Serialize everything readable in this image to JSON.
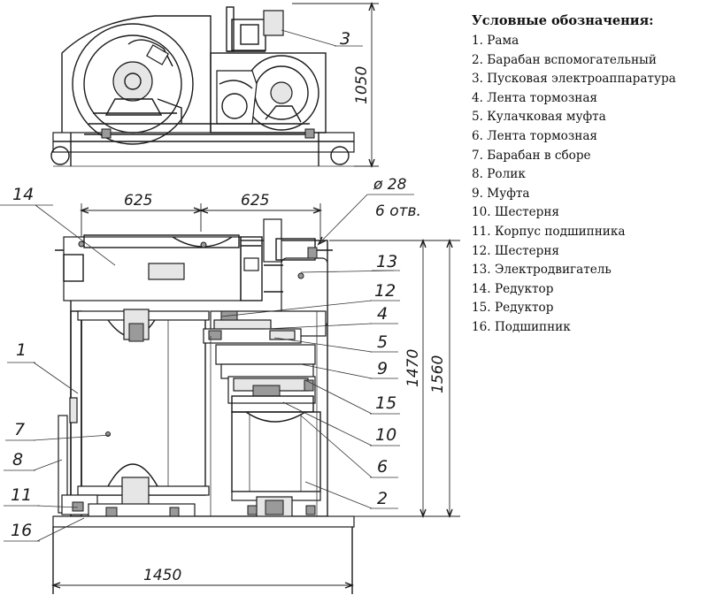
{
  "legend": {
    "title": "Условные обозначения:",
    "items": [
      "1. Рама",
      "2. Барабан вспомогательный",
      "3. Пусковая электроаппаратура",
      "4. Лента тормозная",
      "5. Кулачковая муфта",
      "6. Лента тормозная",
      "7. Барабан в сборе",
      "8. Ролик",
      "9. Муфта",
      "10. Шестерня",
      "11. Корпус подшипника",
      "12. Шестерня",
      "13. Электродвигатель",
      "14. Редуктор",
      "15. Редуктор",
      "16. Подшипник"
    ]
  },
  "dimensions": {
    "height_top": "1050",
    "width_left": "625",
    "width_right": "625",
    "hole": "ø 28",
    "holes_count": "6 отв.",
    "height_inner": "1470",
    "height_outer": "1560",
    "width_total": "1450"
  },
  "callouts": {
    "c1": "1",
    "c2": "2",
    "c3": "3",
    "c4": "4",
    "c5": "5",
    "c6": "6",
    "c7": "7",
    "c8": "8",
    "c9": "9",
    "c10": "10",
    "c11": "11",
    "c12": "12",
    "c13": "13",
    "c14": "14",
    "c15": "15",
    "c16": "16"
  }
}
